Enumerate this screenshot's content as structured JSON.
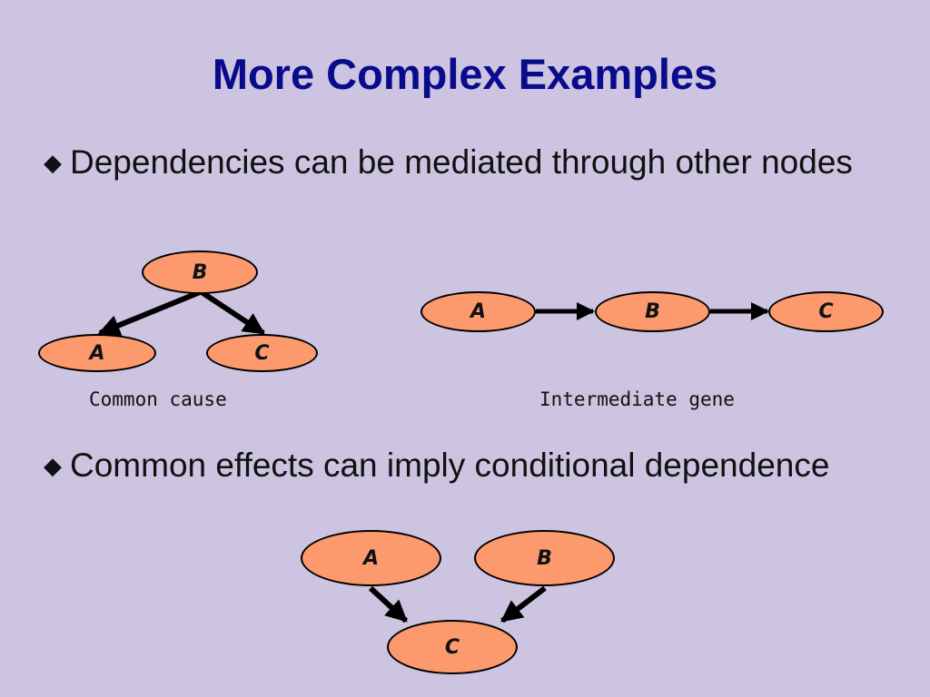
{
  "title": "More Complex Examples",
  "bullets": [
    {
      "marker": "◆",
      "text": "Dependencies can be mediated through other nodes"
    },
    {
      "marker": "◆",
      "text": "Common effects can imply conditional dependence"
    }
  ],
  "common_cause": {
    "caption": "Common cause",
    "nodes": {
      "top": "B",
      "left": "A",
      "right": "C"
    }
  },
  "intermediate": {
    "caption": "Intermediate gene",
    "nodes": {
      "first": "A",
      "middle": "B",
      "last": "C"
    }
  },
  "common_effect": {
    "nodes": {
      "left": "A",
      "right": "B",
      "bottom": "C"
    }
  },
  "colors": {
    "background": "#ccc4e0",
    "title": "#0a0a8c",
    "node_fill": "#fc9a6e"
  }
}
